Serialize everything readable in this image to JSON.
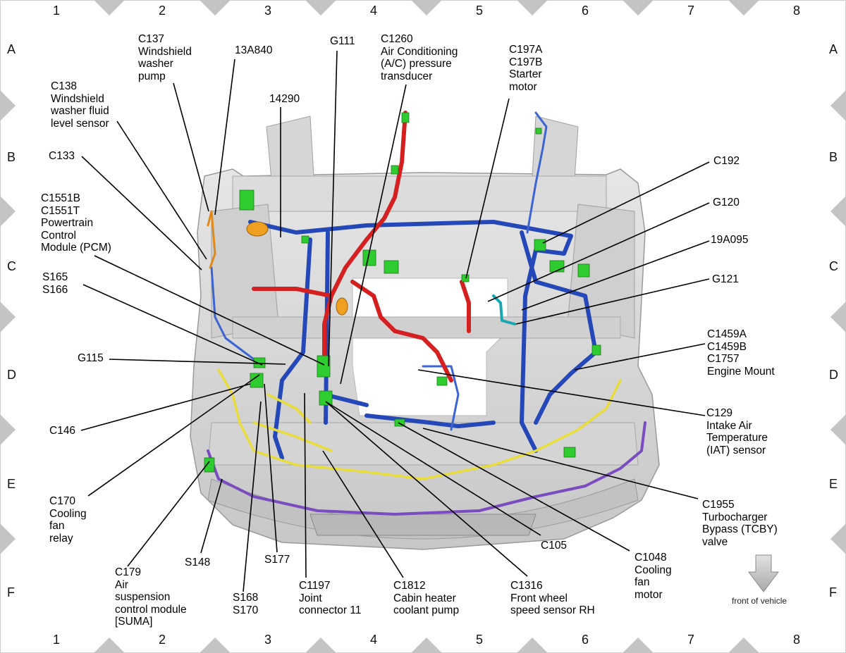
{
  "grid": {
    "columns": [
      "1",
      "2",
      "3",
      "4",
      "5",
      "6",
      "7",
      "8"
    ],
    "rows": [
      "A",
      "B",
      "C",
      "D",
      "E",
      "F"
    ]
  },
  "callouts": [
    {
      "id": "c137",
      "lines": [
        "C137",
        "Windshield",
        "washer",
        "pump"
      ]
    },
    {
      "id": "13a840",
      "lines": [
        "13A840"
      ]
    },
    {
      "id": "g111",
      "lines": [
        "G111"
      ]
    },
    {
      "id": "c1260",
      "lines": [
        "C1260",
        "Air Conditioning",
        "(A/C) pressure",
        "transducer"
      ]
    },
    {
      "id": "c197",
      "lines": [
        "C197A",
        "C197B",
        "Starter",
        "motor"
      ]
    },
    {
      "id": "c138",
      "lines": [
        "C138",
        "Windshield",
        "washer fluid",
        "level sensor"
      ]
    },
    {
      "id": "14290",
      "lines": [
        "14290"
      ]
    },
    {
      "id": "c133",
      "lines": [
        "C133"
      ]
    },
    {
      "id": "c192",
      "lines": [
        "C192"
      ]
    },
    {
      "id": "c1551",
      "lines": [
        "C1551B",
        "C1551T",
        "Powertrain",
        "Control",
        "Module (PCM)"
      ]
    },
    {
      "id": "g120",
      "lines": [
        "G120"
      ]
    },
    {
      "id": "19a095",
      "lines": [
        "19A095"
      ]
    },
    {
      "id": "s165",
      "lines": [
        "S165",
        "S166"
      ]
    },
    {
      "id": "g121",
      "lines": [
        "G121"
      ]
    },
    {
      "id": "c1459",
      "lines": [
        "C1459A",
        "C1459B",
        "C1757",
        "Engine Mount"
      ]
    },
    {
      "id": "g115",
      "lines": [
        "G115"
      ]
    },
    {
      "id": "c129",
      "lines": [
        "C129",
        "Intake Air",
        "Temperature",
        "(IAT) sensor"
      ]
    },
    {
      "id": "c146",
      "lines": [
        "C146"
      ]
    },
    {
      "id": "c170",
      "lines": [
        "C170",
        "Cooling",
        "fan",
        "relay"
      ]
    },
    {
      "id": "c1955",
      "lines": [
        "C1955",
        "Turbocharger",
        "Bypass (TCBY)",
        "valve"
      ]
    },
    {
      "id": "c105",
      "lines": [
        "C105"
      ]
    },
    {
      "id": "s148",
      "lines": [
        "S148"
      ]
    },
    {
      "id": "s177",
      "lines": [
        "S177"
      ]
    },
    {
      "id": "c1048",
      "lines": [
        "C1048",
        "Cooling",
        "fan",
        "motor"
      ]
    },
    {
      "id": "c179",
      "lines": [
        "C179",
        "Air",
        "suspension",
        "control module",
        "[SUMA]"
      ]
    },
    {
      "id": "s168",
      "lines": [
        "S168",
        "S170"
      ]
    },
    {
      "id": "c1197",
      "lines": [
        "C1197",
        "Joint",
        "connector 11"
      ]
    },
    {
      "id": "c1812",
      "lines": [
        "C1812",
        "Cabin heater",
        "coolant pump"
      ]
    },
    {
      "id": "c1316",
      "lines": [
        "C1316",
        "Front wheel",
        "speed sensor RH"
      ]
    }
  ],
  "front_label": "front of vehicle",
  "colors": {
    "harness_blue": "#2548b8",
    "harness_red": "#d42020",
    "harness_yellow": "#e8dc3a",
    "harness_purple": "#7a4cc0",
    "connector_green": "#2ecc2e",
    "chassis_gray": "#c8c8c8",
    "border_gray": "#c4c4c4"
  }
}
